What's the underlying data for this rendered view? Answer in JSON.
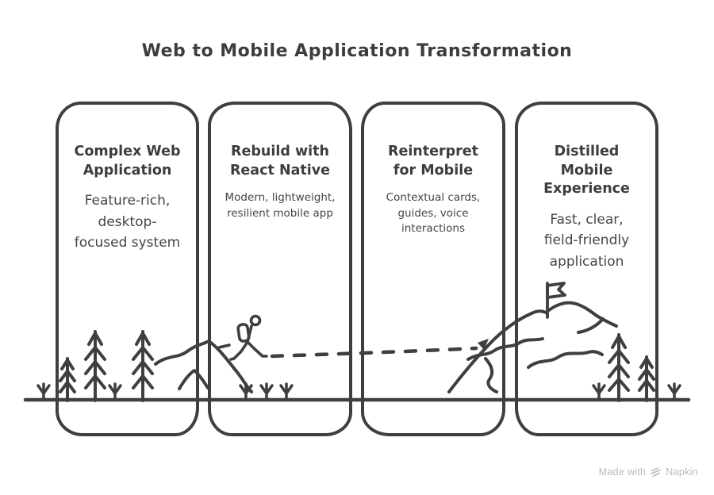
{
  "title": "Web to Mobile Application Transformation",
  "panels": [
    {
      "title": "Complex Web\nApplication",
      "body": "Feature-rich,\ndesktop-\nfocused system"
    },
    {
      "title": "Rebuild with\nReact Native",
      "body": "Modern, lightweight,\nresilient mobile app"
    },
    {
      "title": "Reinterpret\nfor Mobile",
      "body": "Contextual cards,\nguides, voice\ninteractions"
    },
    {
      "title": "Distilled\nMobile\nExperience",
      "body": "Fast, clear,\nfield-friendly\napplication"
    }
  ],
  "illustration": {
    "elements": [
      "grass-sprout",
      "pine-tree",
      "hill",
      "hiker-with-backpack",
      "dashed-trail",
      "trail-arrowhead",
      "mountain",
      "summit-flag",
      "ground-line"
    ]
  },
  "footer": {
    "made_with": "Made with",
    "brand": "Napkin"
  },
  "colors": {
    "ink": "#3f3f3f",
    "text": "#3d3d3d",
    "background": "#ffffff",
    "footer_text": "#b9b9b9"
  }
}
